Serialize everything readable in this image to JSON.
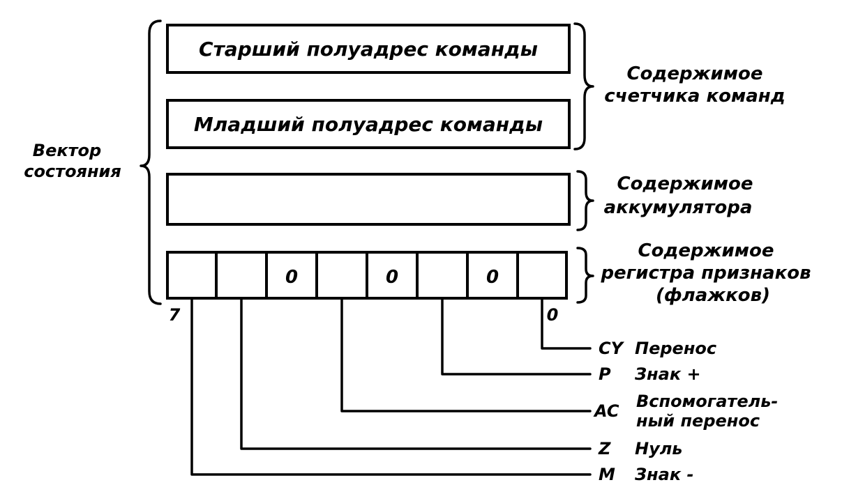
{
  "registers": {
    "high_half_address": "Старший полуадрес команды",
    "low_half_address": "Младший полуадрес команды",
    "accumulator": ""
  },
  "labels": {
    "state_vector": [
      "Вектор",
      "состояния"
    ],
    "program_counter": [
      "Содержимое",
      "счетчика команд"
    ],
    "accumulator": [
      "Содержимое",
      "аккумулятора"
    ],
    "flags_register": [
      "Содержимое",
      "регистра признаков",
      "(флажков)"
    ]
  },
  "flag_bits": [
    "",
    "",
    "0",
    "",
    "0",
    "",
    "0",
    ""
  ],
  "bit_index": {
    "msb": "7",
    "lsb": "0"
  },
  "flags": [
    {
      "code": "CY",
      "desc": [
        "Перенос"
      ]
    },
    {
      "code": "P",
      "desc": [
        "Знак +"
      ]
    },
    {
      "code": "AC",
      "desc": [
        "Вспомогатель-",
        "ный перенос"
      ]
    },
    {
      "code": "Z",
      "desc": [
        "Нуль"
      ]
    },
    {
      "code": "M",
      "desc": [
        "Знак -"
      ]
    }
  ]
}
